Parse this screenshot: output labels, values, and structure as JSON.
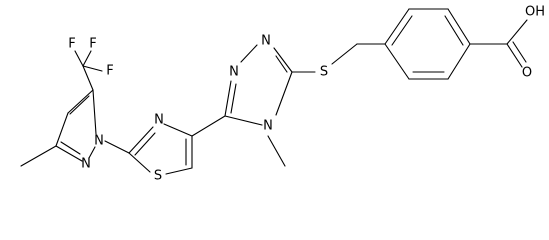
{
  "molecule": {
    "atoms": {
      "f_top_left": "F",
      "f_top_right": "F",
      "f_right": "F",
      "n_pyrazole_1": "N",
      "n_pyrazole_2": "N",
      "s_thiazole": "S",
      "n_thiazole": "N",
      "n_triazole_1": "N",
      "n_triazole_2": "N",
      "n_triazole_4": "N",
      "s_thioether": "S",
      "o_carbonyl": "O",
      "oh_group": "OH"
    }
  }
}
